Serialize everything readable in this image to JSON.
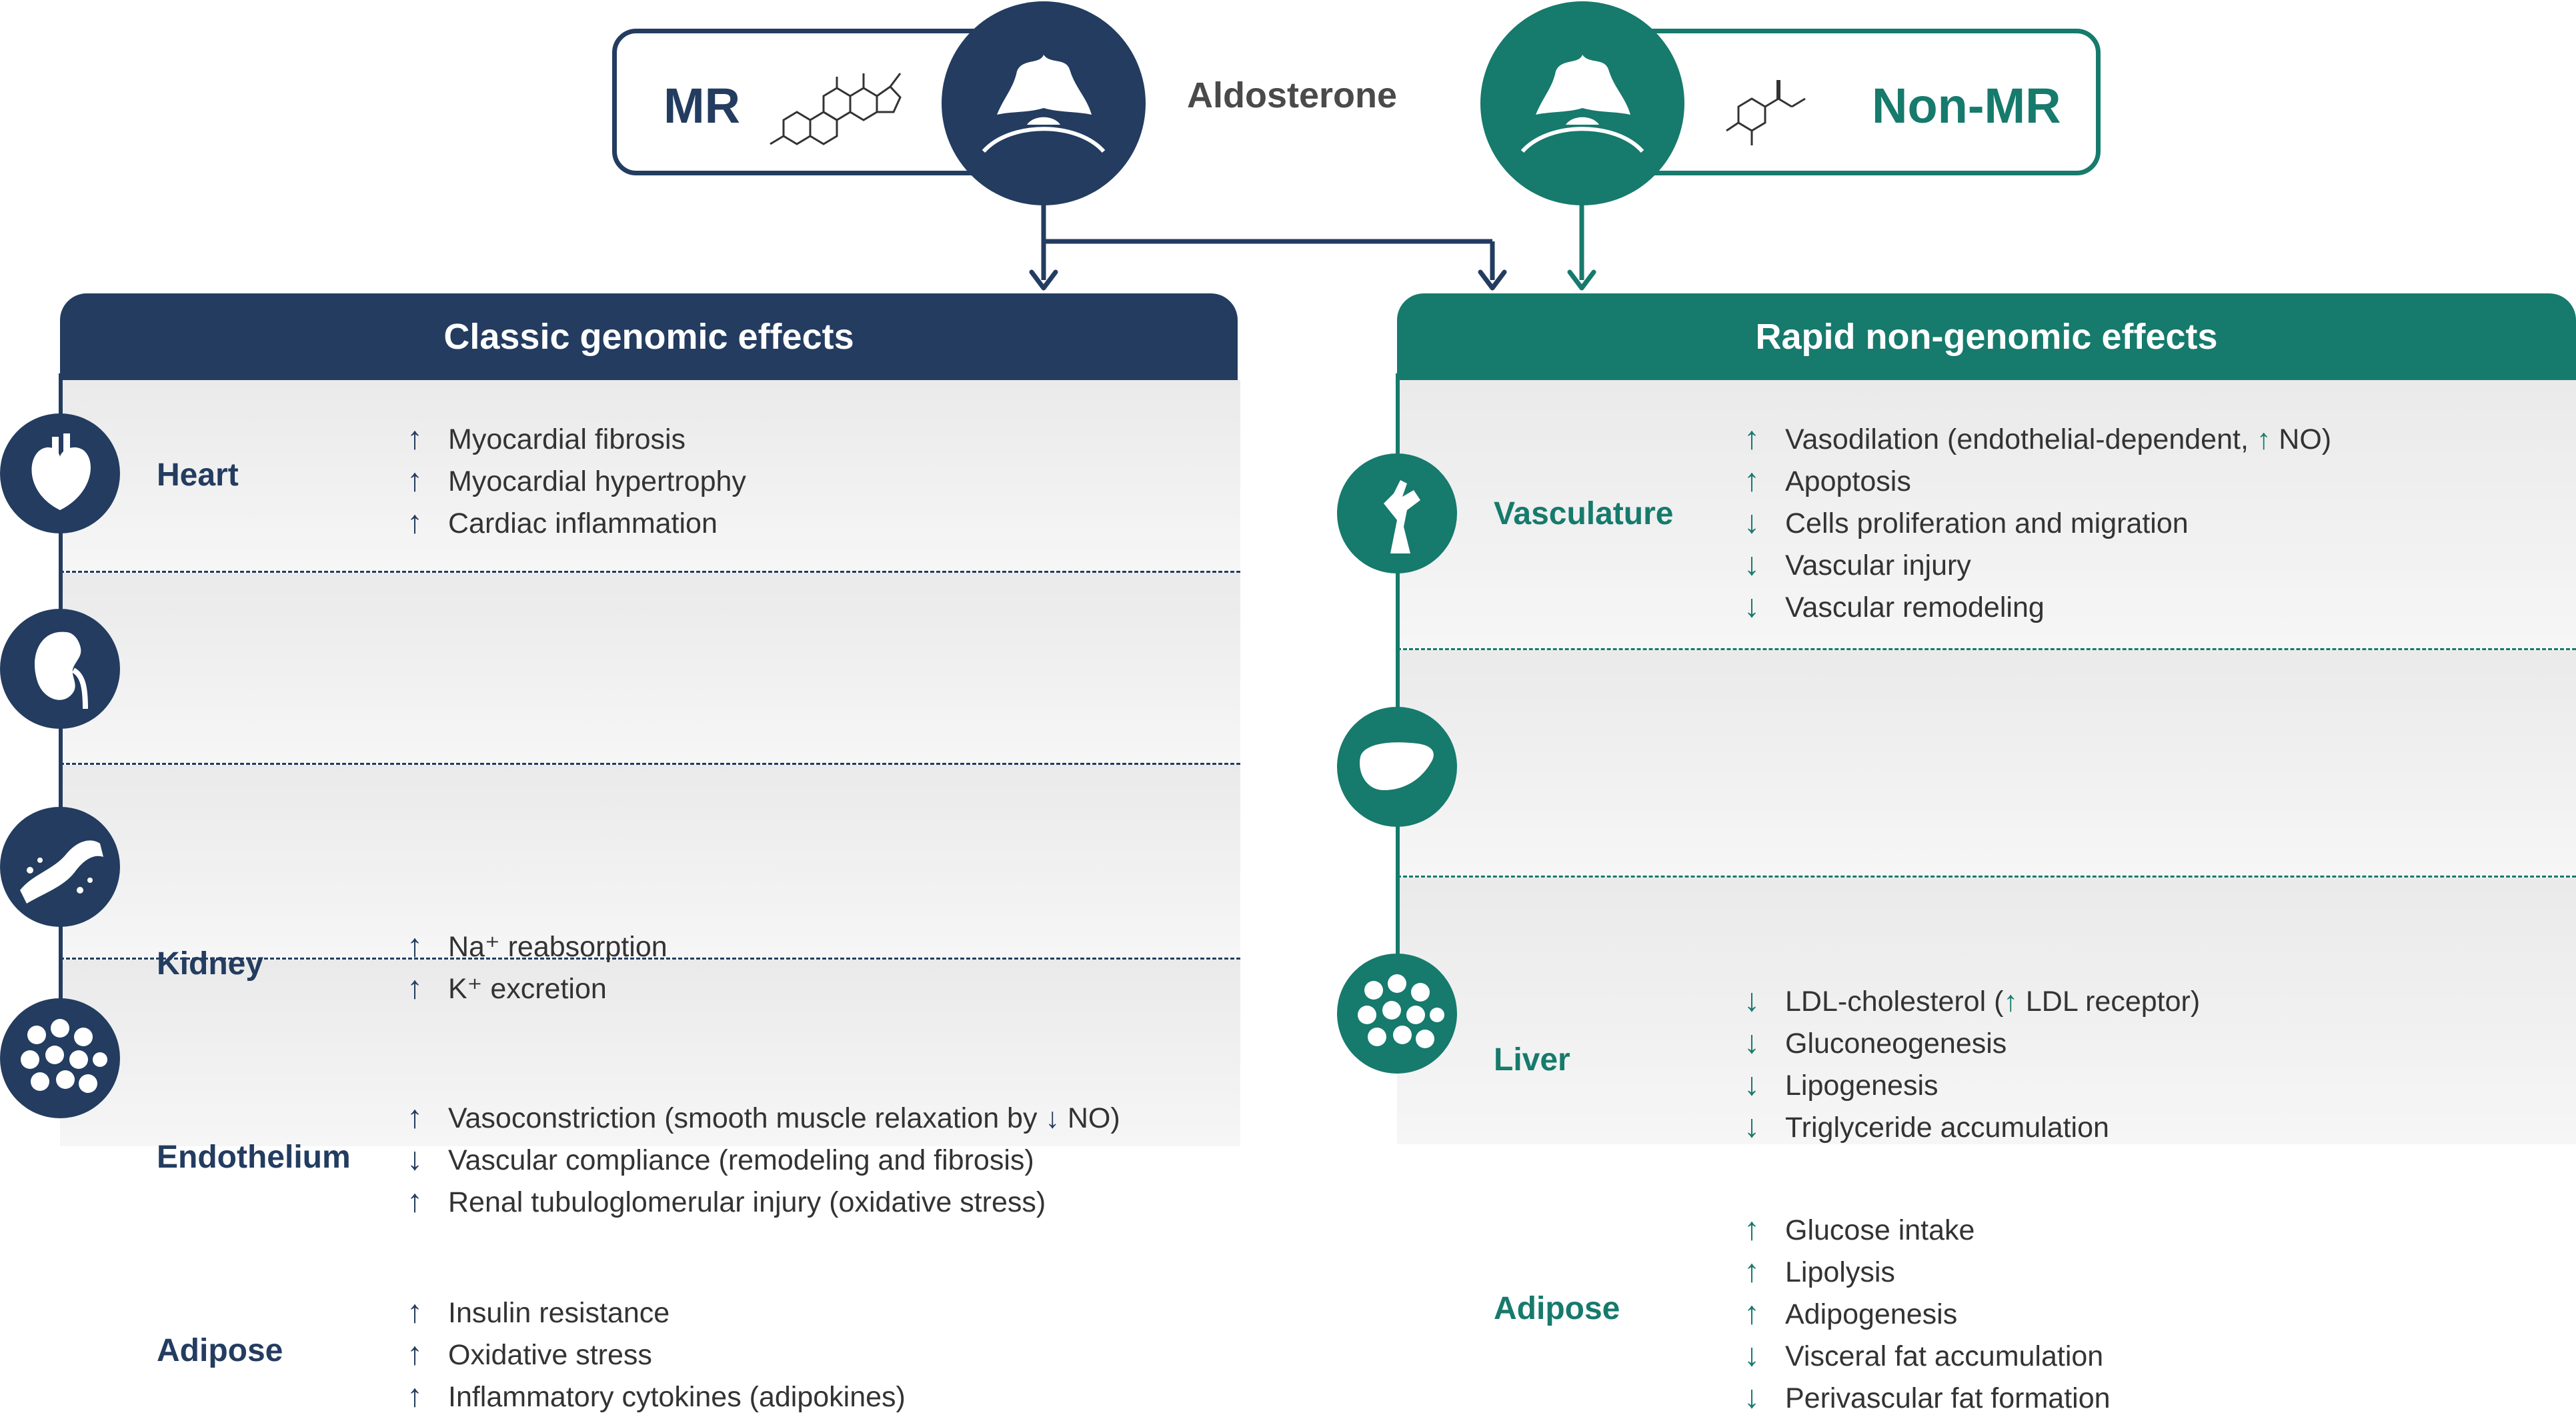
{
  "header": {
    "mr_label": "MR",
    "nonmr_label": "Non-MR",
    "center_label": "Aldosterone"
  },
  "colors": {
    "mr": "#233c60",
    "nonmr": "#167a6c"
  },
  "left_panel": {
    "title": "Classic genomic effects",
    "sections": [
      {
        "name": "Heart",
        "icon": "heart-icon",
        "effects": [
          {
            "dir": "↑",
            "text": "Myocardial fibrosis"
          },
          {
            "dir": "↑",
            "text": "Myocardial hypertrophy"
          },
          {
            "dir": "↑",
            "text": "Cardiac inflammation"
          }
        ]
      },
      {
        "name": "Kidney",
        "icon": "kidney-icon",
        "effects": [
          {
            "dir": "↑",
            "text": "Na⁺ reabsorption"
          },
          {
            "dir": "↑",
            "text": "K⁺ excretion"
          }
        ]
      },
      {
        "name": "Endothelium",
        "icon": "endothelium-icon",
        "effects": [
          {
            "dir": "↑",
            "pre": "Vasoconstriction (smooth muscle relaxation by ",
            "inner": "↓",
            "post": " NO)"
          },
          {
            "dir": "↓",
            "text": "Vascular compliance (remodeling and fibrosis)"
          },
          {
            "dir": "↑",
            "text": "Renal tubuloglomerular  injury (oxidative stress)"
          }
        ]
      },
      {
        "name": "Adipose",
        "icon": "adipose-icon",
        "effects": [
          {
            "dir": "↑",
            "text": "Insulin resistance"
          },
          {
            "dir": "↑",
            "text": "Oxidative stress"
          },
          {
            "dir": "↑",
            "text": "Inflammatory cytokines (adipokines)"
          }
        ]
      }
    ]
  },
  "right_panel": {
    "title": "Rapid non-genomic effects",
    "sections": [
      {
        "name": "Vasculature",
        "icon": "vasculature-icon",
        "effects": [
          {
            "dir": "↑",
            "pre": "Vasodilation (endothelial-dependent, ",
            "inner": "↑",
            "post": " NO)"
          },
          {
            "dir": "↑",
            "text": "Apoptosis"
          },
          {
            "dir": "↓",
            "text": "Cells proliferation and migration"
          },
          {
            "dir": "↓",
            "text": "Vascular injury"
          },
          {
            "dir": "↓",
            "text": "Vascular remodeling"
          }
        ]
      },
      {
        "name": "Liver",
        "icon": "liver-icon",
        "effects": [
          {
            "dir": "↓",
            "pre": "LDL-cholesterol (",
            "inner": "↑",
            "post": " LDL receptor)"
          },
          {
            "dir": "↓",
            "text": "Gluconeogenesis"
          },
          {
            "dir": "↓",
            "text": "Lipogenesis"
          },
          {
            "dir": "↓",
            "text": "Triglyceride accumulation"
          }
        ]
      },
      {
        "name": "Adipose",
        "icon": "adipose-icon",
        "effects": [
          {
            "dir": "↑",
            "text": "Glucose intake"
          },
          {
            "dir": "↑",
            "text": "Lipolysis"
          },
          {
            "dir": "↑",
            "text": "Adipogenesis"
          },
          {
            "dir": "↓",
            "text": "Visceral fat accumulation"
          },
          {
            "dir": "↓",
            "text": "Perivascular fat formation"
          }
        ]
      }
    ]
  }
}
